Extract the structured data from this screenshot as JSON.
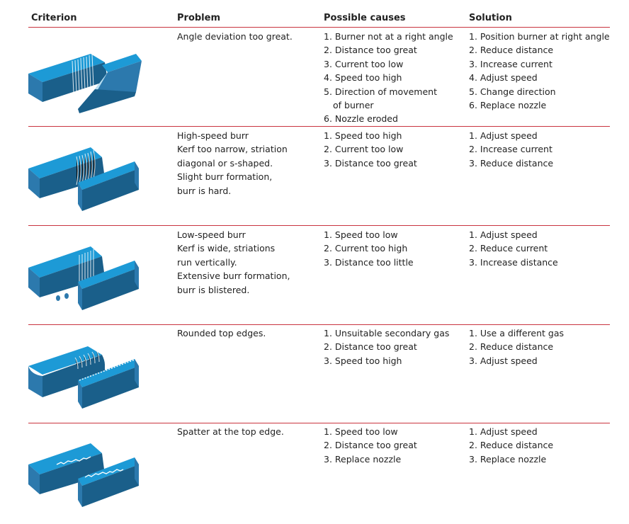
{
  "header": {
    "criterion": "Criterion",
    "problem": "Problem",
    "causes": "Possible causes",
    "solution": "Solution"
  },
  "colors": {
    "rule": "#c9343f",
    "block_top": "#1d9ad6",
    "block_side": "#1a5f8a",
    "block_front": "#2c79ad"
  },
  "rows": [
    {
      "problem": [
        "Angle deviation too great."
      ],
      "causes": [
        "1. Burner not at a right angle",
        "2. Distance too great",
        "3. Current too low",
        "4. Speed too high",
        "5. Direction of movement",
        "of burner",
        "6. Nozzle eroded"
      ],
      "solution": [
        "1. Position burner at right angle",
        "2. Reduce distance",
        "3. Increase current",
        "4. Adjust speed",
        "5. Change direction",
        "6. Replace nozzle"
      ]
    },
    {
      "problem": [
        "High-speed burr",
        "Kerf too narrow, striation",
        "diagonal or s-shaped.",
        "Slight burr formation,",
        "burr is hard."
      ],
      "causes": [
        "1. Speed too high",
        "2. Current too low",
        "3. Distance too great"
      ],
      "solution": [
        "1. Adjust speed",
        "2. Increase current",
        "3. Reduce distance"
      ]
    },
    {
      "problem": [
        "Low-speed burr",
        "Kerf is wide, striations",
        "run vertically.",
        "Extensive burr formation,",
        "burr is blistered."
      ],
      "causes": [
        "1. Speed too low",
        "2. Current too high",
        "3. Distance too little"
      ],
      "solution": [
        "1. Adjust speed",
        "2. Reduce current",
        "3. Increase distance"
      ]
    },
    {
      "problem": [
        "Rounded top edges."
      ],
      "causes": [
        "1. Unsuitable secondary gas",
        "2. Distance too great",
        "3. Speed too high"
      ],
      "solution": [
        "1. Use a different gas",
        "2. Reduce distance",
        "3. Adjust speed"
      ]
    },
    {
      "problem": [
        "Spatter at the top edge."
      ],
      "causes": [
        "1. Speed too low",
        "2. Distance too great",
        "3. Replace nozzle"
      ],
      "solution": [
        "1. Adjust speed",
        "2. Reduce distance",
        "3. Replace nozzle"
      ]
    }
  ]
}
